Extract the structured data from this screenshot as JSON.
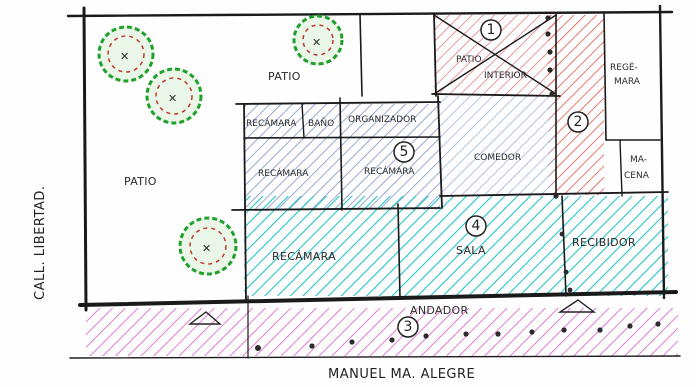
{
  "colors": {
    "living": "#27c4c8",
    "bedrooms": "#7f95c5",
    "dining": "#9aa9d2",
    "service": "#e2574c",
    "interior_patio": "#e07070",
    "walkway": "#d85ec8",
    "tree_green": "#1ea12a",
    "tree_red": "#c0392b",
    "wall": "#1a1a1a"
  },
  "rooms": {
    "patio_top": "PATIO",
    "patio_left": "PATIO",
    "recamara_small": "RECÁMARA",
    "bano": "BAÑO",
    "organizador": "ORGANIZADOR",
    "recamara_mid": "RECÁMARA",
    "recamara_5": "RECÁMARA",
    "comedor": "COMEDOR",
    "patio_interior_a": "PATIO",
    "patio_interior_b": "INTERIOR",
    "regadera_a": "REGÉ-",
    "regadera_b": "MARA",
    "cocina_a": "MA-",
    "cocina_b": "CENA",
    "recamara_front": "RECÁMARA",
    "sala": "SALA",
    "recibidor": "RECIBIDOR",
    "andador": "ANDADOR"
  },
  "zone_numbers": {
    "n1": "1",
    "n2": "2",
    "n3": "3",
    "n4": "4",
    "n5": "5"
  },
  "streets": {
    "side": "CALL. LIBERTAD.",
    "front": "MANUEL MA. ALEGRE"
  }
}
